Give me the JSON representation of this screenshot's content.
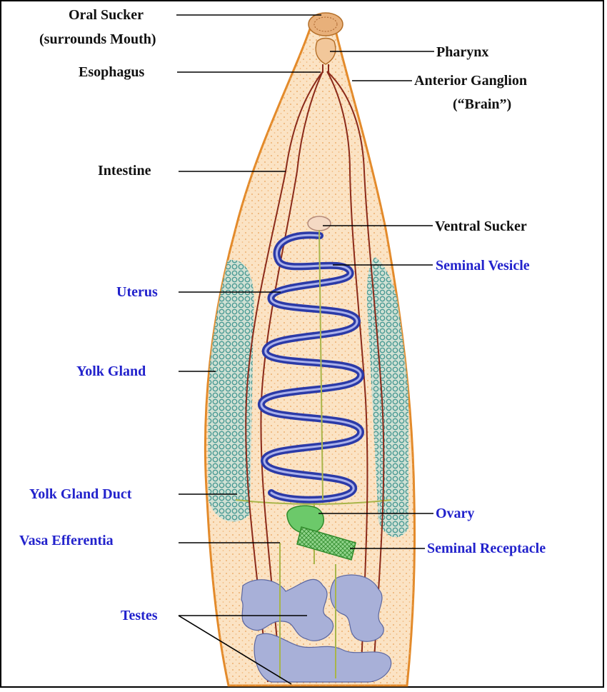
{
  "colors": {
    "body_outline": "#e38a2a",
    "body_fill": "#fbe3c4",
    "stipple": "#e9a35a",
    "intestine": "#8b2a1a",
    "uterus": "#2b3aa8",
    "yolk_gland": "#4a9a94",
    "ovary": "#4db04a",
    "testes": "#7c85b5",
    "duct": "#a8b54a",
    "leader": "#000000",
    "label_dark": "#111111",
    "label_blue": "#2222cc"
  },
  "labels": {
    "oral_sucker": "Oral Sucker",
    "oral_sucker_sub": "(surrounds Mouth)",
    "pharynx": "Pharynx",
    "esophagus": "Esophagus",
    "anterior_ganglion": "Anterior Ganglion",
    "anterior_ganglion_sub": "(“Brain”)",
    "intestine": "Intestine",
    "ventral_sucker": "Ventral Sucker",
    "seminal_vesicle": "Seminal Vesicle",
    "uterus": "Uterus",
    "yolk_gland": "Yolk Gland",
    "yolk_gland_duct": "Yolk Gland Duct",
    "ovary": "Ovary",
    "vasa_efferentia": "Vasa Efferentia",
    "seminal_receptacle": "Seminal Receptacle",
    "testes": "Testes"
  }
}
